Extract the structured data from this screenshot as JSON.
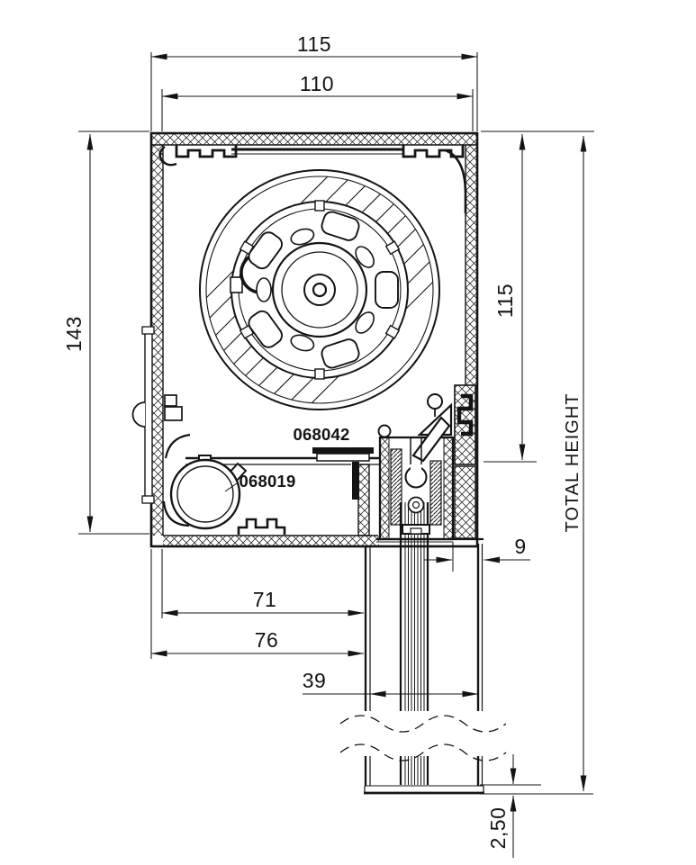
{
  "drawing": {
    "dimensions": {
      "overall_width": "115",
      "inner_width": "110",
      "box_height": "143",
      "inner_height": "115",
      "total_height_label": "TOTAL HEIGHT",
      "bottom_inner_width": "71",
      "bottom_outer_width": "76",
      "guide_rail_width": "39",
      "slat_clearance": "9",
      "end_slat_thickness": "2,50"
    },
    "part_numbers": {
      "bottom_profile": "068042",
      "clip_profile": "068019"
    },
    "colors": {
      "line": "#141414",
      "background": "#ffffff"
    }
  }
}
